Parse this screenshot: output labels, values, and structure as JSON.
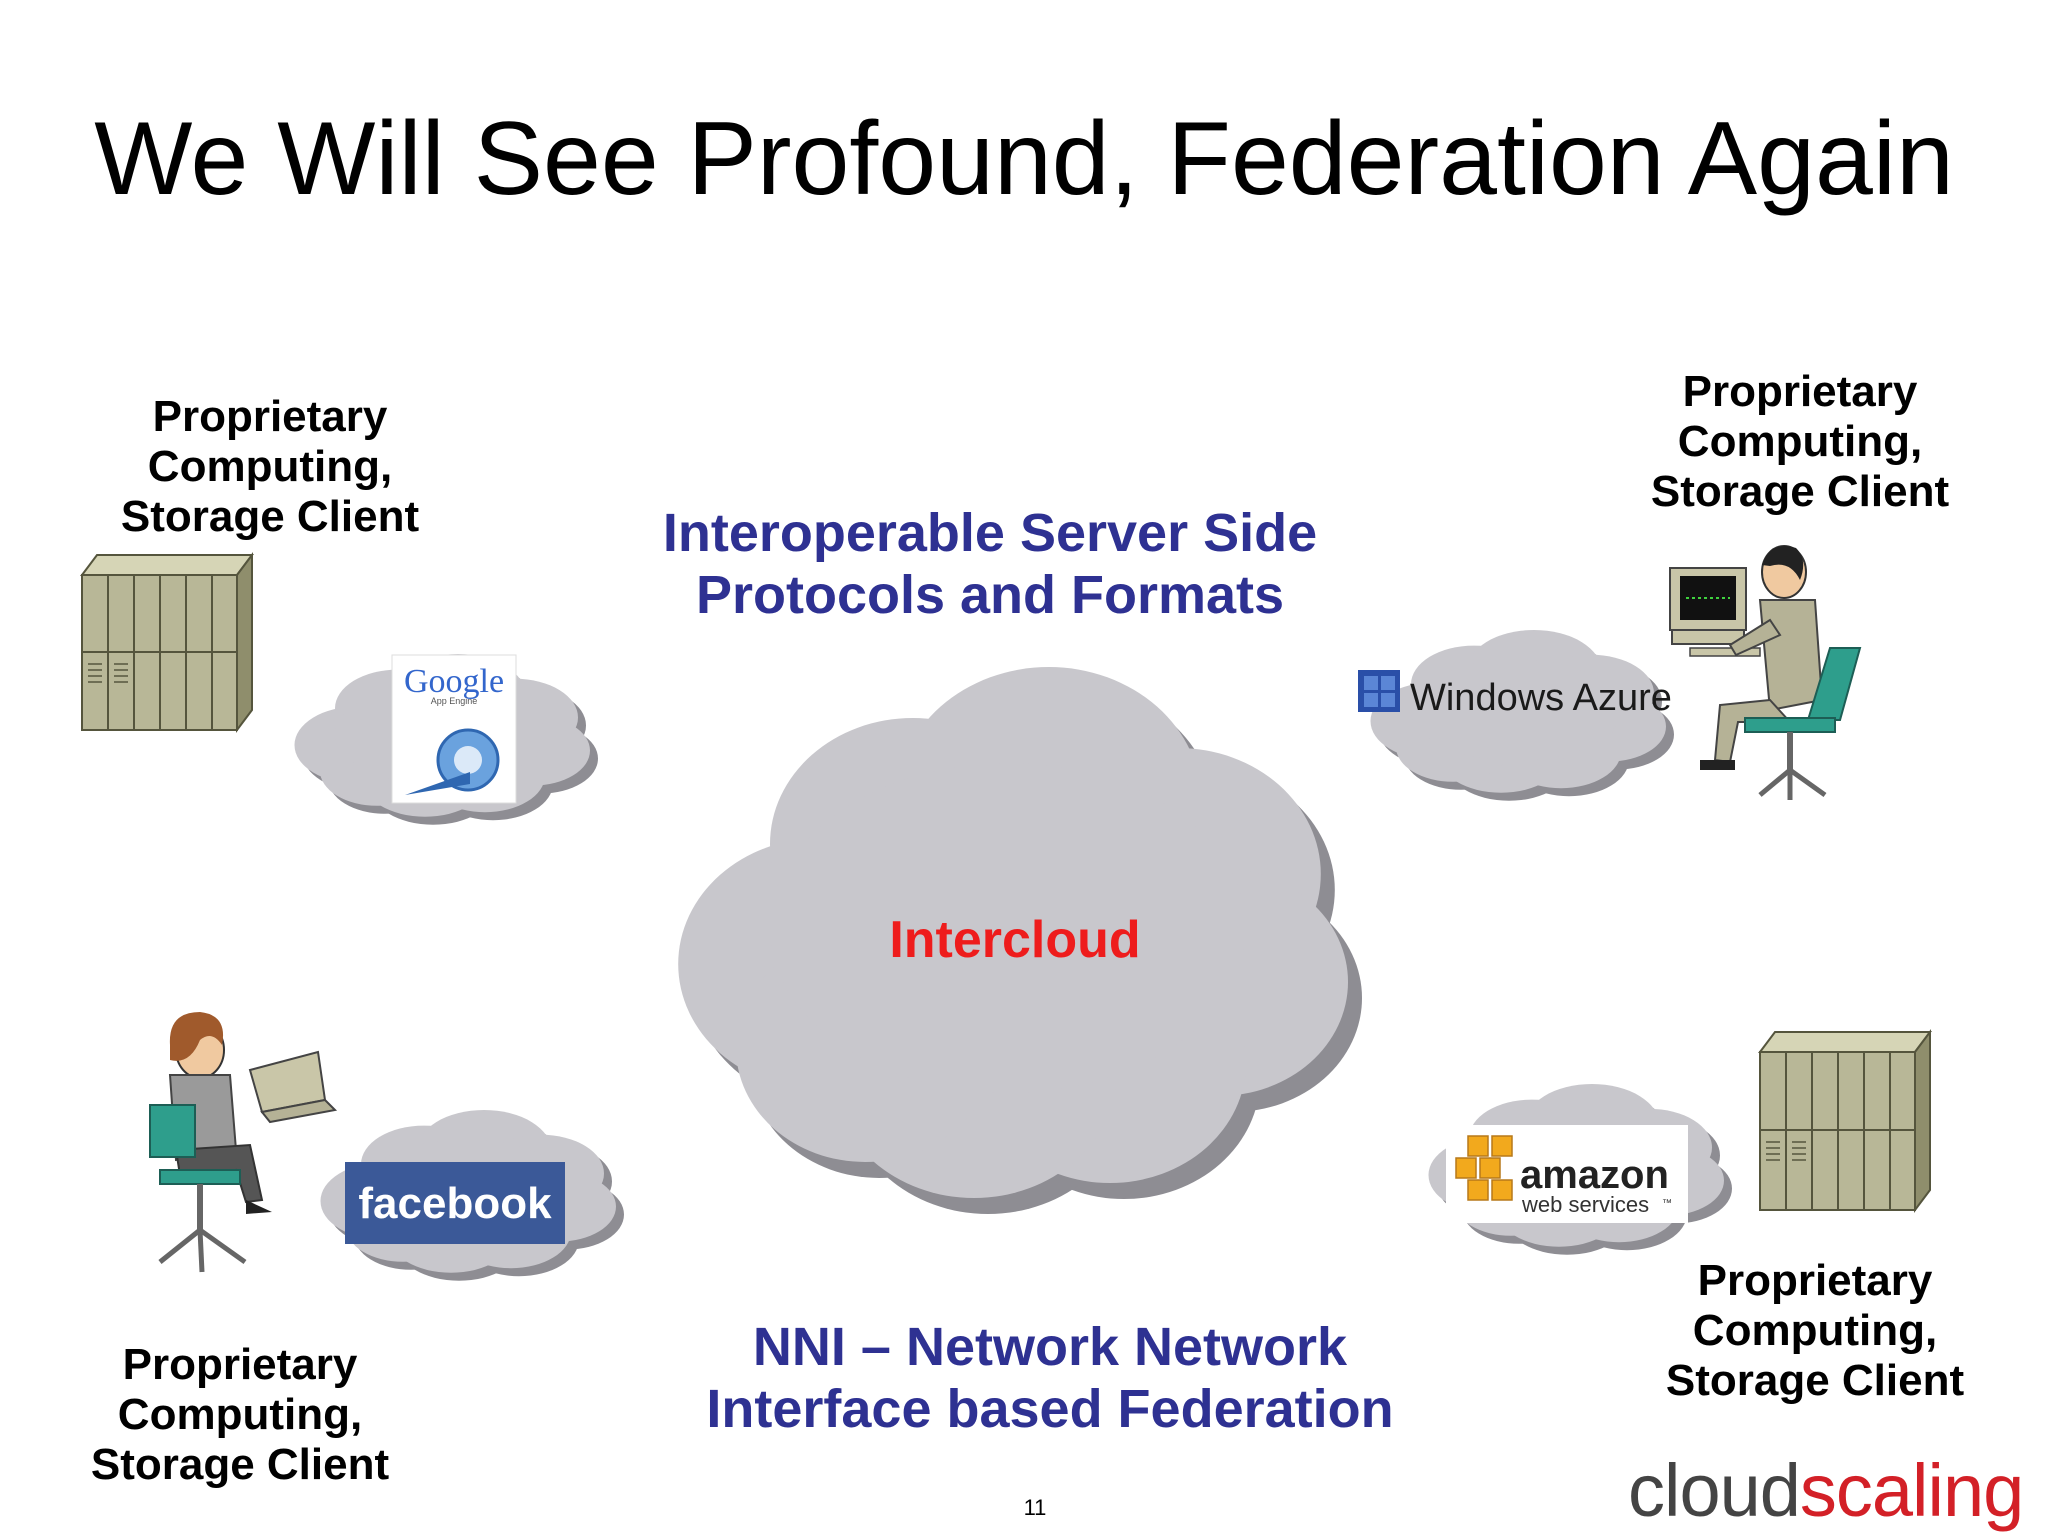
{
  "title": "We Will See Profound, Federation Again",
  "central_cloud": {
    "label": "Intercloud"
  },
  "labels": {
    "top_center_line1": "Interoperable Server  Side",
    "top_center_line2": "Protocols and Formats",
    "bottom_center_line1": "NNI – Network Network",
    "bottom_center_line2": "Interface based Federation"
  },
  "clients": [
    {
      "line1": "Proprietary",
      "line2": "Computing,",
      "line3": "Storage Client"
    },
    {
      "line1": "Proprietary",
      "line2": "Computing,",
      "line3": "Storage Client"
    },
    {
      "line1": "Proprietary",
      "line2": "Computing,",
      "line3": "Storage Client"
    },
    {
      "line1": "Proprietary",
      "line2": "Computing,",
      "line3": "Storage Client"
    }
  ],
  "providers": {
    "google": {
      "name": "Google",
      "sub": "App Engine"
    },
    "azure": {
      "name": "Windows Azure"
    },
    "facebook": {
      "name": "facebook"
    },
    "amazon": {
      "name": "amazon",
      "sub": "web services",
      "tm": "™"
    }
  },
  "page_number": "11",
  "logo": {
    "part1": "cloud",
    "part2": "scaling"
  },
  "colors": {
    "title_blue": "#2e3192",
    "intercloud_red": "#ee1c1c",
    "cloud_gray": "#c8c7cc",
    "logo_red": "#d32027"
  }
}
